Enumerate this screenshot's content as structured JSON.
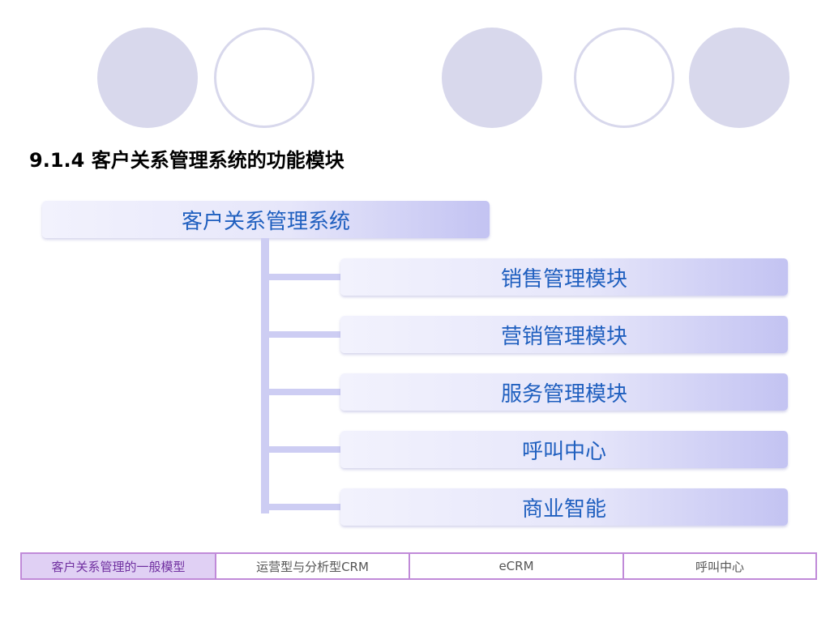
{
  "heading": {
    "number": "9.1.4",
    "text": "客户关系管理系统的功能模块"
  },
  "diagram": {
    "root": "客户关系管理系统",
    "children": [
      {
        "label": "销售管理模块"
      },
      {
        "label": "营销管理模块"
      },
      {
        "label": "服务管理模块"
      },
      {
        "label": "呼叫中心"
      },
      {
        "label": "商业智能"
      }
    ]
  },
  "nav_tabs": [
    {
      "label": "客户关系管理的一般模型",
      "active": true
    },
    {
      "label": "运营型与分析型CRM",
      "active": false
    },
    {
      "label": "eCRM",
      "active": false
    },
    {
      "label": "呼叫中心",
      "active": false
    }
  ],
  "colors": {
    "box_text": "#1f5fbf",
    "connector": "#cdcdf3",
    "circle": "#d8d8ec",
    "tab_border": "#c08ad8",
    "tab_active_bg": "#e0d0f4",
    "tab_active_text": "#7030a0"
  }
}
